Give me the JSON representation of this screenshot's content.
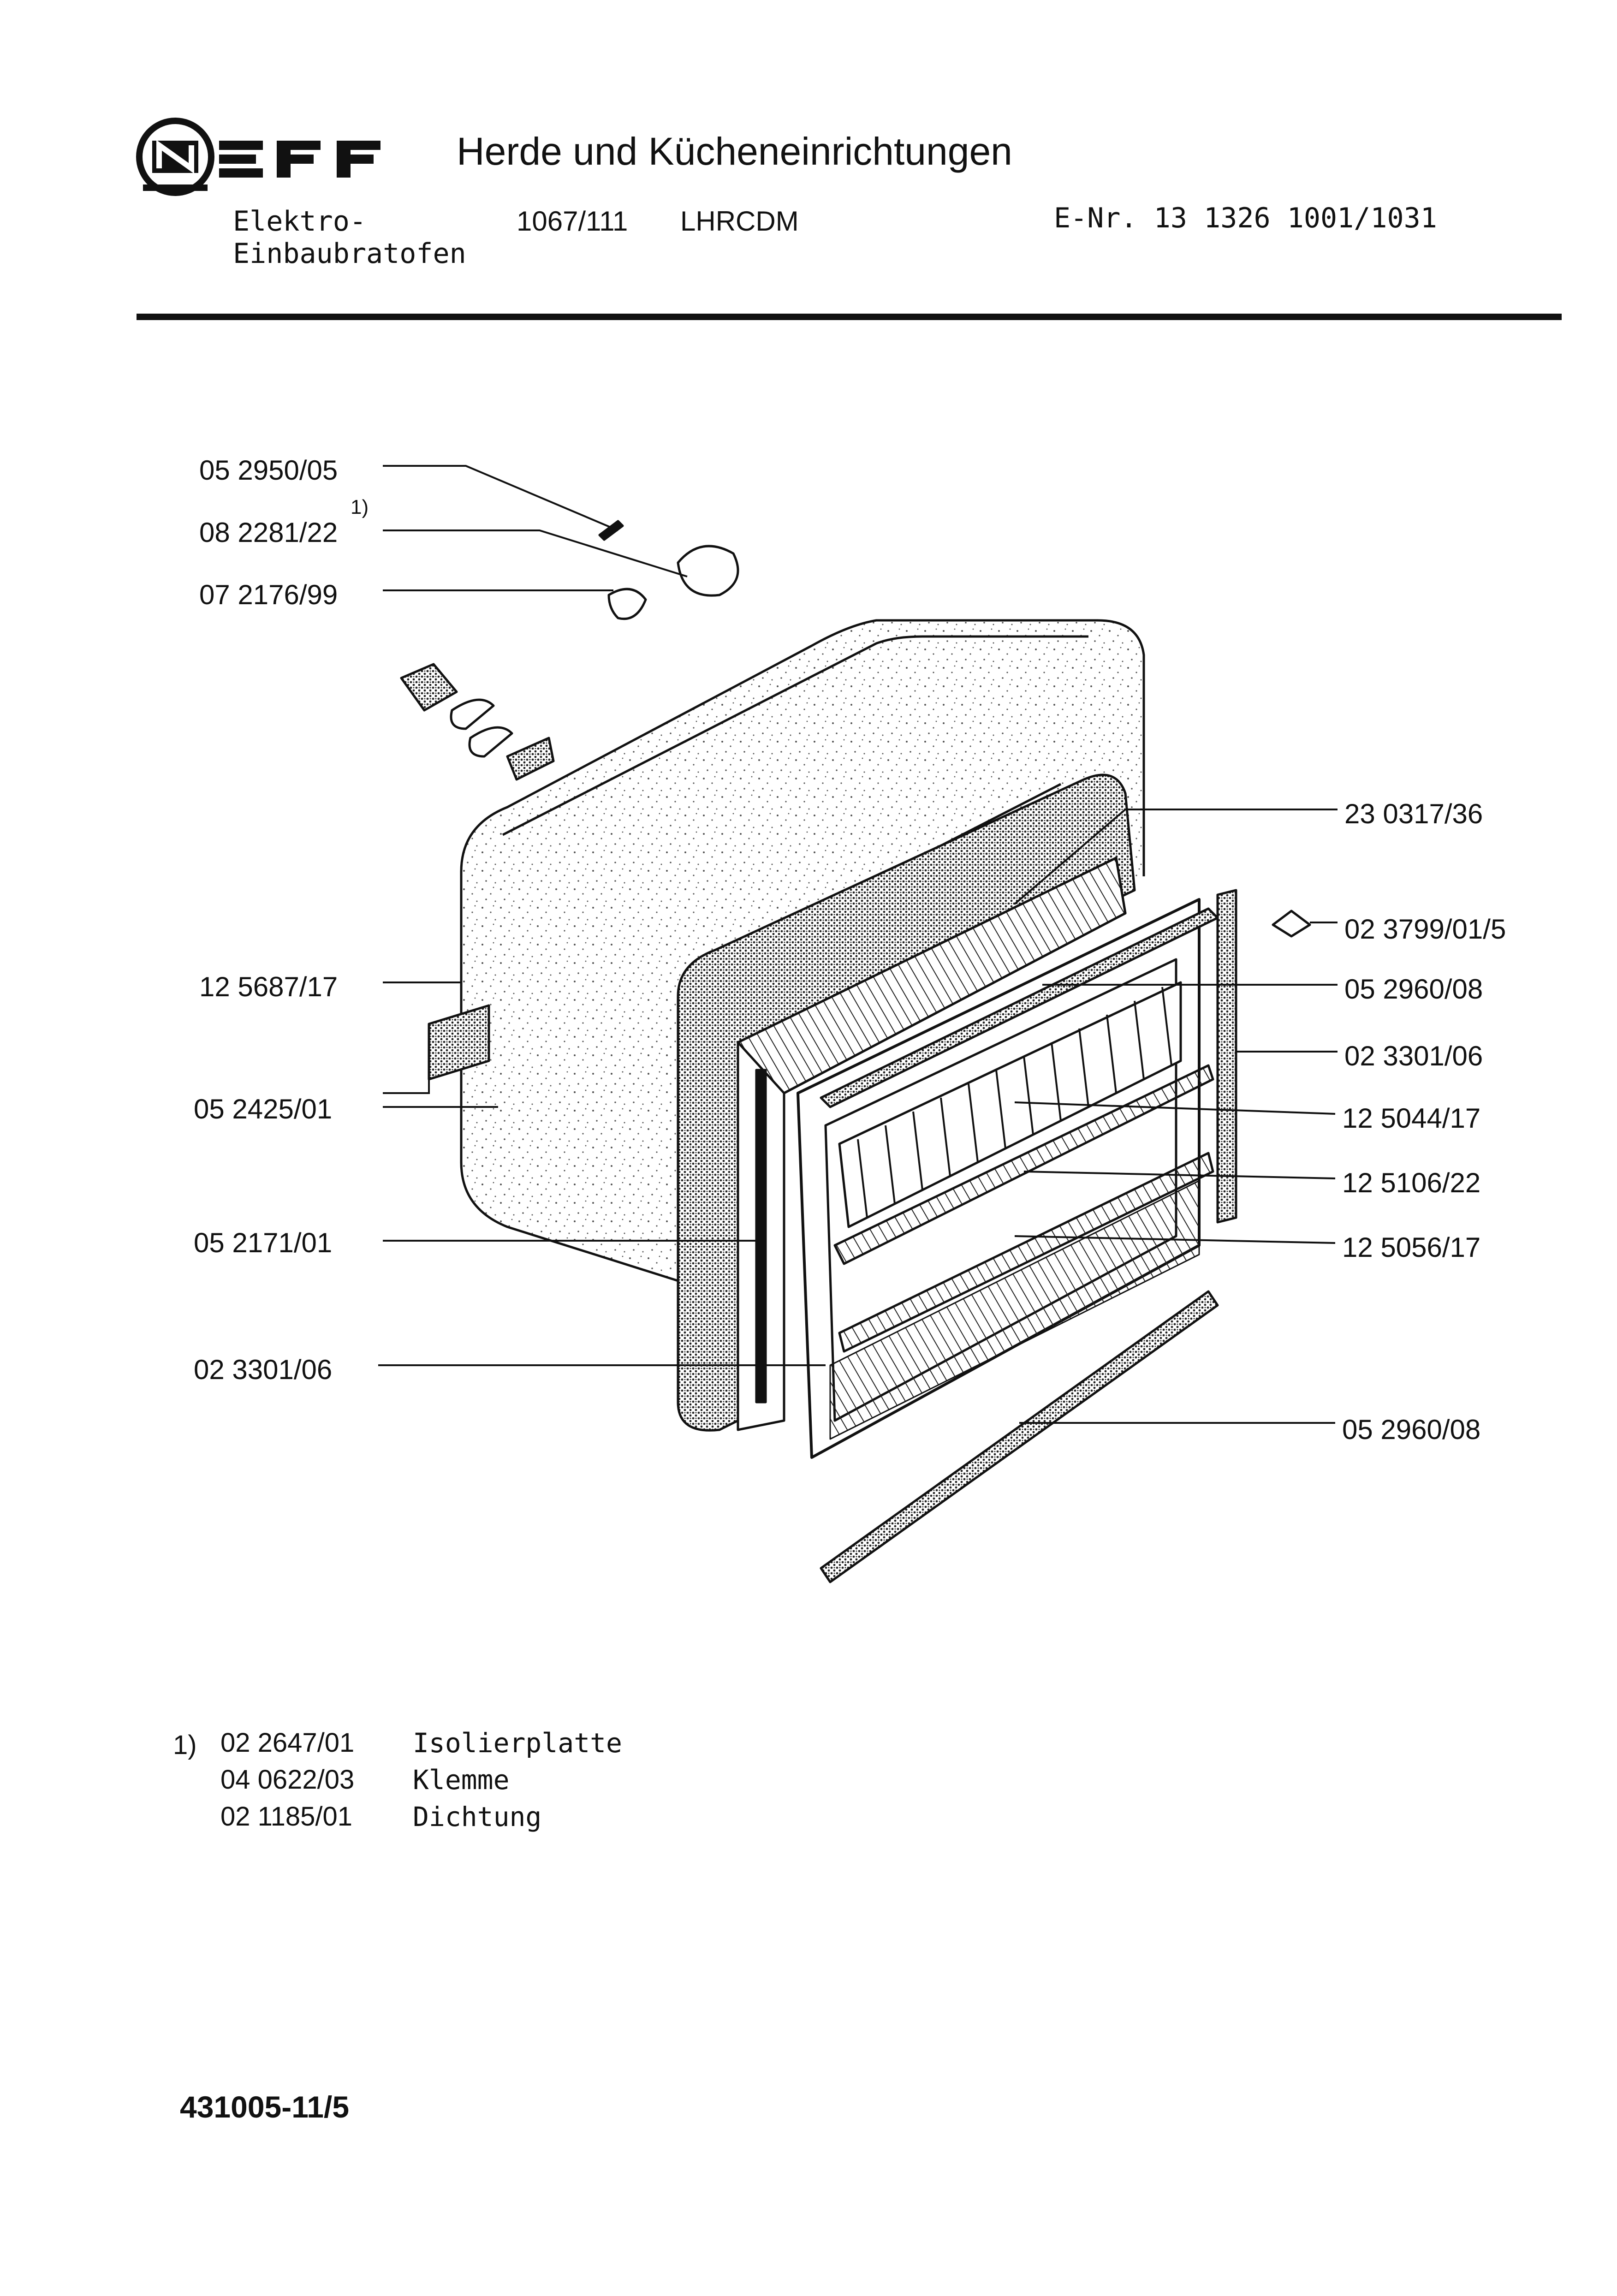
{
  "header": {
    "brand": "NEFF",
    "title": "Herde und Kücheneinrichtungen",
    "product_line1": "Elektro-",
    "product_line2": "Einbaubratofen",
    "model_number": "1067/111",
    "model_code": "LHRCDM",
    "e_nr": "E-Nr. 13 1326 1001/1031"
  },
  "callouts": {
    "left": [
      {
        "part": "05 2950/05",
        "sup": ""
      },
      {
        "part": "08 2281/22",
        "sup": "1)"
      },
      {
        "part": "07 2176/99",
        "sup": ""
      },
      {
        "part": "12 5687/17",
        "sup": ""
      },
      {
        "part": "05 2425/01",
        "sup": ""
      },
      {
        "part": "05 2171/01",
        "sup": ""
      },
      {
        "part": "02 3301/06",
        "sup": ""
      }
    ],
    "right": [
      {
        "part": "23 0317/36"
      },
      {
        "part": "02 3799/01/5"
      },
      {
        "part": "05 2960/08"
      },
      {
        "part": "02 3301/06"
      },
      {
        "part": "12 5044/17"
      },
      {
        "part": "12 5106/22"
      },
      {
        "part": "12 5056/17"
      },
      {
        "part": "05 2960/08"
      }
    ]
  },
  "footnote": {
    "marker": "1)",
    "items": [
      {
        "part": "02 2647/01",
        "desc": "Isolierplatte"
      },
      {
        "part": "04 0622/03",
        "desc": "Klemme"
      },
      {
        "part": "02 1185/01",
        "desc": "Dichtung"
      }
    ]
  },
  "document_number": "431005-11/5"
}
